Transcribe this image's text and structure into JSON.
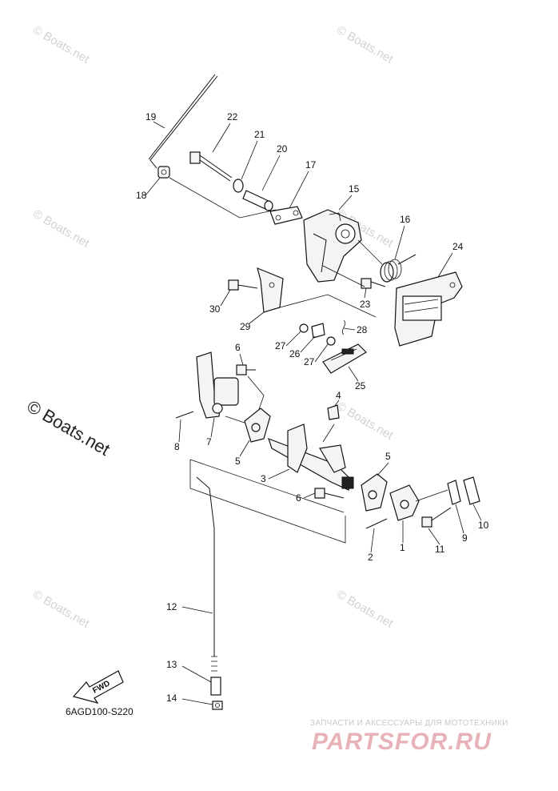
{
  "watermarks": {
    "small": "© Boats.net",
    "large": "© Boats.net"
  },
  "diagram_code": "6AGD100-S220",
  "fwd_label": "FWD",
  "brand": {
    "subtitle": "ЗАПЧАСТИ И АКСЕССУАРЫ ДЛЯ МОТОТЕХНИКИ",
    "name": "PARTSFOR.RU"
  },
  "callouts": {
    "c1": "1",
    "c2": "2",
    "c3": "3",
    "c4": "4",
    "c5a": "5",
    "c5b": "5",
    "c6a": "6",
    "c6b": "6",
    "c7": "7",
    "c8": "8",
    "c9": "9",
    "c10": "10",
    "c11": "11",
    "c12": "12",
    "c13": "13",
    "c14": "14",
    "c15": "15",
    "c16": "16",
    "c17": "17",
    "c18": "18",
    "c19": "19",
    "c20": "20",
    "c21": "21",
    "c22": "22",
    "c23": "23",
    "c24": "24",
    "c25": "25",
    "c26": "26",
    "c27a": "27",
    "c27b": "27",
    "c28": "28",
    "c29": "29",
    "c30": "30"
  },
  "colors": {
    "line": "#111111",
    "watermark": "#d2d2d2",
    "brand_red": "#e8b3b8"
  }
}
